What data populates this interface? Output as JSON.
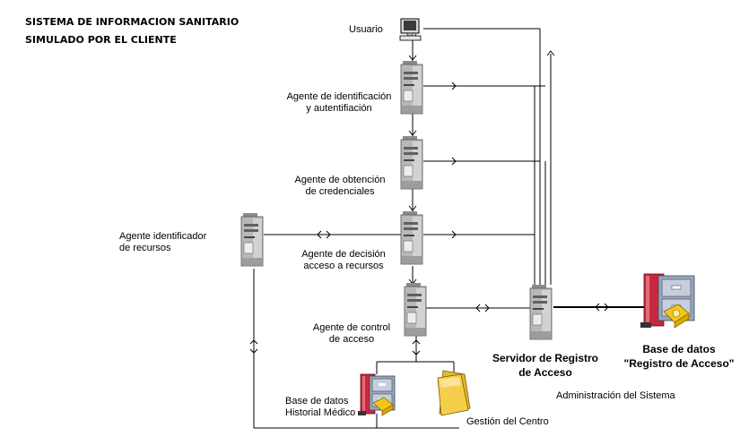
{
  "title": {
    "line1": "SISTEMA DE INFORMACION SANITARIO",
    "line2": "SIMULADO POR EL CLIENTE"
  },
  "nodes": {
    "usuario": "Usuario",
    "agente_identificacion": [
      "Agente de identificación",
      "y  autentifiación"
    ],
    "agente_credenciales": [
      "Agente de obtención",
      "de credenciales"
    ],
    "agente_decision": [
      "Agente de decisión",
      "acceso a recursos"
    ],
    "agente_control": [
      "Agente de control",
      "de acceso"
    ],
    "agente_recursos": [
      "Agente identificador",
      "de recursos"
    ],
    "servidor": [
      "Servidor de Registro",
      "de Acceso"
    ],
    "bd_registro": [
      "Base de datos",
      "\"Registro de Acceso\""
    ],
    "bd_historial": [
      "Base de datos",
      "Historial Médico"
    ],
    "gestion": "Gestión del Centro",
    "administracion": "Administración del Sistema"
  },
  "icons": {
    "computer": "computer-icon",
    "server": "server-tower-icon",
    "database": "database-cabinet-icon",
    "folder": "folder-icon"
  },
  "colors": {
    "line": "#000000",
    "server_body": "#b8b8b8",
    "database_red": "#c8283c",
    "database_yellow": "#f2c81a",
    "folder": "#f5cf4b"
  }
}
